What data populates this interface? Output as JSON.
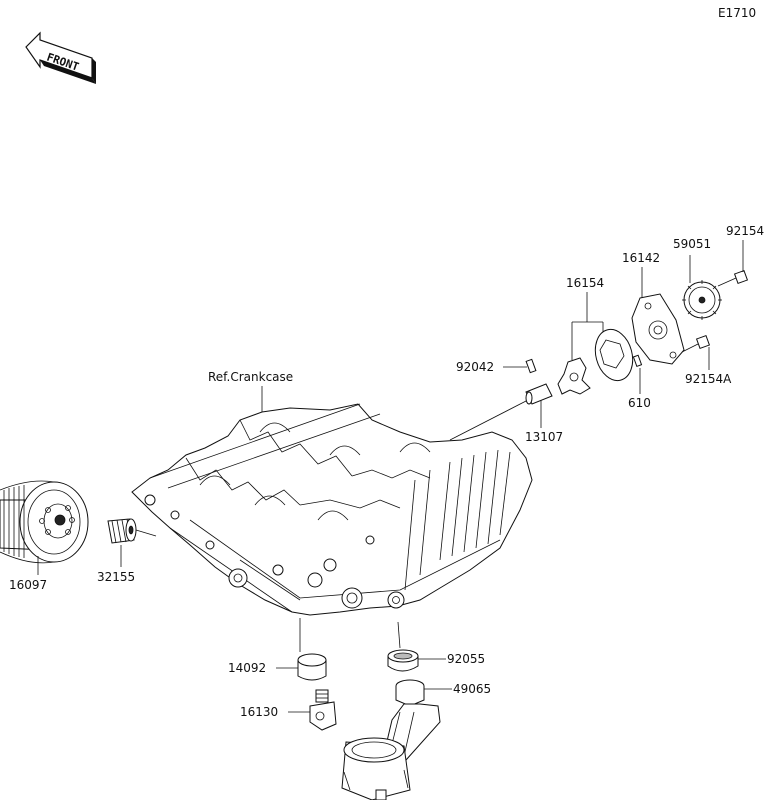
{
  "diagram_code": "E1710",
  "front_label": "FRONT",
  "ref_label": "Ref.Crankcase",
  "parts": {
    "p92154": "92154",
    "p59051": "59051",
    "p16142": "16142",
    "p16154": "16154",
    "p92042": "92042",
    "p92154A": "92154A",
    "p610": "610",
    "p13107": "13107",
    "p16097": "16097",
    "p32155": "32155",
    "p14092": "14092",
    "p92055": "92055",
    "p49065": "49065",
    "p16130": "16130"
  }
}
